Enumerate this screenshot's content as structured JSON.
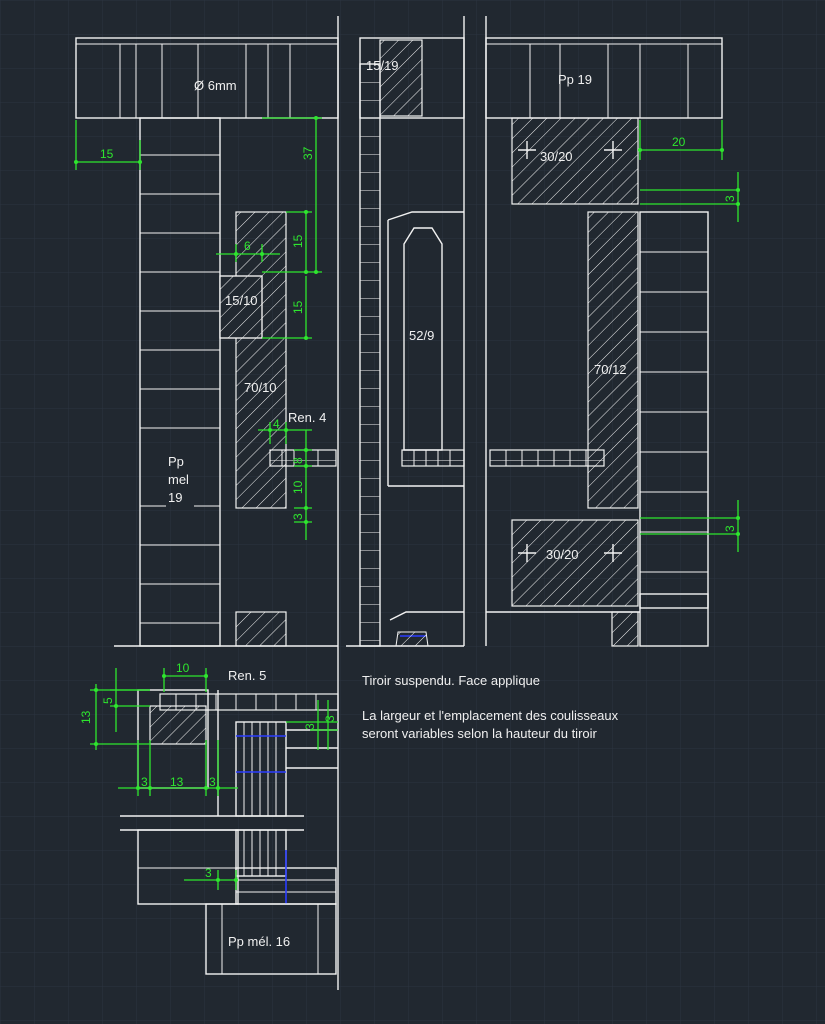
{
  "colors": {
    "background": "#212830",
    "grid": "#2c3440",
    "lines": "#f2f2f2",
    "dimensions": "#2ee62e",
    "accent": "#2a3cff"
  },
  "labels": {
    "dia_6mm": "Ø 6mm",
    "pp19": "Pp 19",
    "s15_19": "15/19",
    "s30_20_top": "30/20",
    "s30_20_bot": "30/20",
    "s15_10": "15/10",
    "s70_10": "70/10",
    "s52_9": "52/9",
    "s70_12": "70/12",
    "ren4": "Ren. 4",
    "ren5": "Ren. 5",
    "pp_line1": "Pp",
    "pp_line2": "mel",
    "pp_line3": "19",
    "pp_mel16": "Pp mél. 16"
  },
  "dimensions": {
    "d15_left": "15",
    "d37": "37",
    "d15_a": "15",
    "d6": "6",
    "d15_b": "15",
    "d4": "4",
    "d8": "8",
    "d10": "10",
    "d3_left": "3",
    "d20": "20",
    "d3_right_top": "3",
    "d3_right_bot": "3",
    "d10_ren5": "10",
    "d13_v": "13",
    "d5": "5",
    "d3_r5a": "3",
    "d3_r5b": "3",
    "d13_h": "13",
    "d3_r5c": "3",
    "d3_r5d": "3",
    "d3_bottom": "3"
  },
  "notes": {
    "title": "Tiroir suspendu. Face applique",
    "line1": "La largeur et l'emplacement des coulisseaux",
    "line2": "seront variables selon la hauteur du tiroir"
  }
}
